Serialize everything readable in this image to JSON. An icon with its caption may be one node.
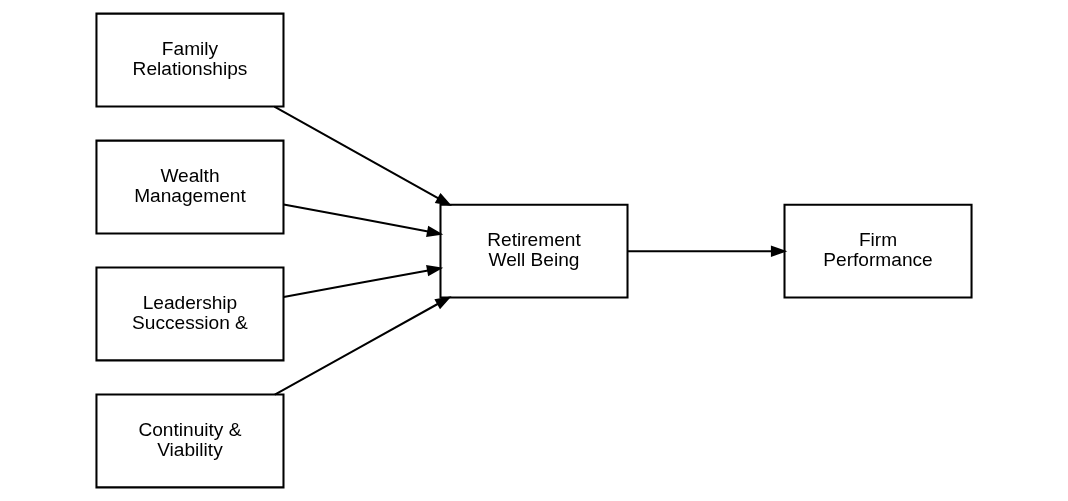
{
  "diagram": {
    "nodes": [
      {
        "text": [
          "Family Relationships"
        ]
      },
      {
        "text": [
          "Wealth Management"
        ]
      },
      {
        "text": [
          "Leadership Succession &"
        ]
      },
      {
        "text": [
          "Continuity & Viability"
        ]
      },
      {
        "text": [
          "Retirement Well Being"
        ]
      },
      {
        "text": [
          "Firm Performance"
        ]
      }
    ],
    "edges": [
      {
        "from": 0,
        "to": 4,
        "arrow": "to"
      },
      {
        "from": 1,
        "to": 4,
        "arrow": "to"
      },
      {
        "from": 2,
        "to": 4,
        "arrow": "to"
      },
      {
        "from": 3,
        "to": 4,
        "arrow": "to"
      },
      {
        "from": 4,
        "to": 5,
        "arrow": "to"
      }
    ]
  }
}
